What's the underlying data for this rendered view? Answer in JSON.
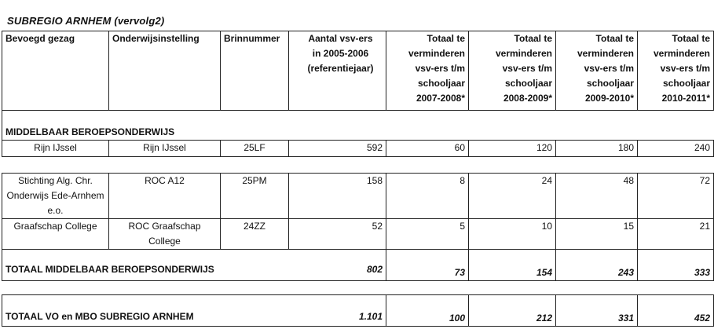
{
  "title": "SUBREGIO ARNHEM (vervolg2)",
  "headers": [
    "Bevoegd gezag",
    "Onderwijsinstelling",
    "Brinnummer",
    "Aantal vsv-ers in 2005-2006 (referentiejaar)",
    "Totaal te verminderen vsv-ers t/m schooljaar 2007-2008*",
    "Totaal te verminderen vsv-ers t/m schooljaar 2008-2009*",
    "Totaal te verminderen vsv-ers t/m schooljaar 2009-2010*",
    "Totaal te verminderen vsv-ers t/m schooljaar 2010-2011*"
  ],
  "section": "MIDDELBAAR BEROEPSONDERWIJS",
  "rows": [
    {
      "gezag": "Rijn IJssel",
      "instelling": "Rijn IJssel",
      "brin": "25LF",
      "ref": "592",
      "y1": "60",
      "y2": "120",
      "y3": "180",
      "y4": "240"
    },
    {
      "gezag": "Stichting Alg. Chr. Onderwijs Ede-Arnhem e.o.",
      "instelling": "ROC A12",
      "brin": "25PM",
      "ref": "158",
      "y1": "8",
      "y2": "24",
      "y3": "48",
      "y4": "72"
    },
    {
      "gezag": "Graafschap College",
      "instelling": "ROC Graafschap College",
      "brin": "24ZZ",
      "ref": "52",
      "y1": "5",
      "y2": "10",
      "y3": "15",
      "y4": "21"
    }
  ],
  "total_mbo": {
    "label": "TOTAAL MIDDELBAAR BEROEPSONDERWIJS",
    "ref": "802",
    "y1": "73",
    "y2": "154",
    "y3": "243",
    "y4": "333"
  },
  "total_all": {
    "label": "TOTAAL VO en MBO SUBREGIO ARNHEM",
    "ref": "1.101",
    "y1": "100",
    "y2": "212",
    "y3": "331",
    "y4": "452"
  }
}
